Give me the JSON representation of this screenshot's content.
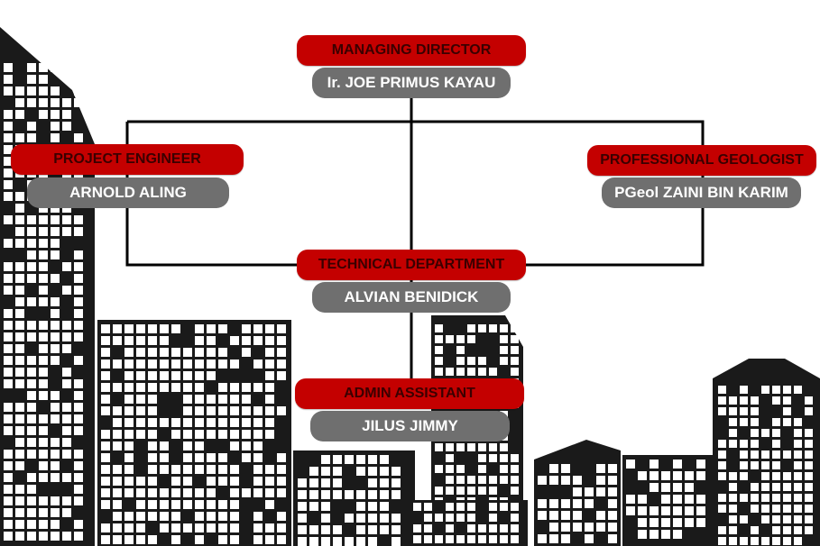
{
  "colors": {
    "role_fill": "#c40000",
    "role_text": "#3a0000",
    "name_fill": "#6f6f6f",
    "name_text": "#ffffff",
    "connector": "#000000",
    "building": "#1a1a1a"
  },
  "org": {
    "managing_director": {
      "role": "MANAGING DIRECTOR",
      "name": "Ir. JOE PRIMUS KAYAU"
    },
    "project_engineer": {
      "role": "PROJECT ENGINEER",
      "name": "ARNOLD ALING"
    },
    "professional_geologist": {
      "role": "PROFESSIONAL GEOLOGIST",
      "name": "PGeol ZAINI BIN KARIM"
    },
    "technical_department": {
      "role": "TECHNICAL DEPARTMENT",
      "name": "ALVIAN BENIDICK"
    },
    "admin_assistant": {
      "role": "ADMIN ASSISTANT",
      "name": "JILUS JIMMY"
    }
  }
}
